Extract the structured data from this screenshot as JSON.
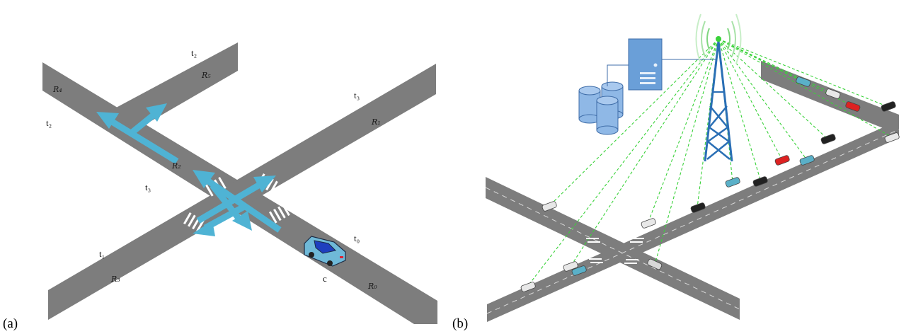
{
  "panels": {
    "a": {
      "label": "(a)",
      "road_labels": {
        "r0": "R₀",
        "r1": "R₁",
        "r2": "R₂",
        "r3": "R₃",
        "r4": "R₄",
        "r5": "R₅"
      },
      "time_labels": {
        "t0": "t₀",
        "t1": "t₁",
        "t2_top": "t₂",
        "t2_left": "t₂",
        "t3_mid": "t₃",
        "t3_right": "t₃"
      },
      "vehicle_label": "c",
      "colors": {
        "road": "#7d7d7d",
        "arrow": "#4fb3d4",
        "car_body": "#6fb9d8",
        "car_roof": "#1f3fbf"
      }
    },
    "b": {
      "label": "(b)",
      "colors": {
        "signal": "#3ad23a",
        "tower": "#2a6fb5",
        "server": "#6a9fd8",
        "database": "#8fb8e6"
      },
      "icons": [
        "server-icon",
        "database-icon",
        "cell-tower-icon",
        "car-icon"
      ]
    }
  }
}
